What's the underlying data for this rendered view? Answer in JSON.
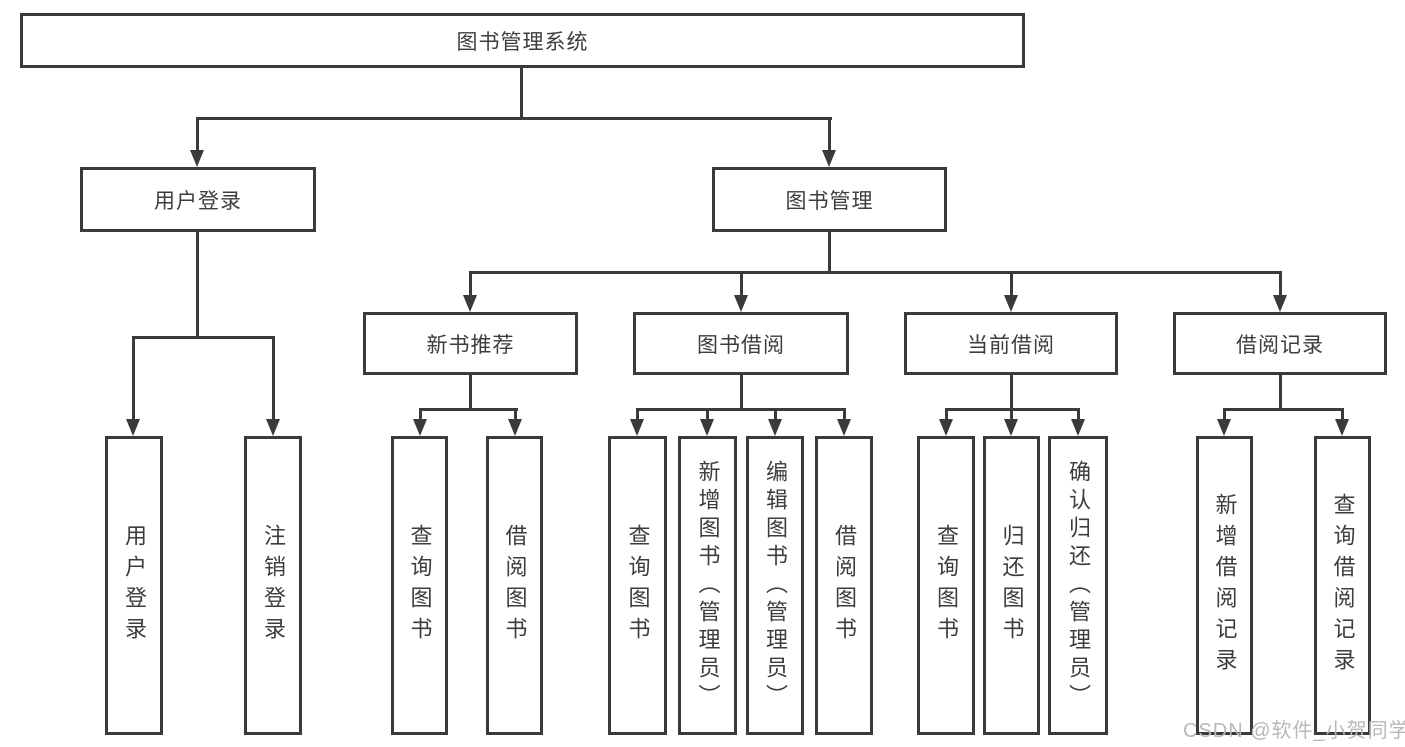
{
  "colors": {
    "line": "#3a3a3e",
    "text": "#3d3d3f",
    "background": "#ffffff",
    "watermark": "#b5b8bc"
  },
  "nodes": {
    "root": "图书管理系统",
    "branches": {
      "user_login": "用户登录",
      "book_mgmt": "图书管理"
    },
    "modules": {
      "new_book": "新书推荐",
      "book_borrow": "图书借阅",
      "current_borrow": "当前借阅",
      "borrow_record": "借阅记录"
    },
    "leaves": {
      "user_login": "用户登录",
      "logout": "注销登录",
      "nb_query": "查询图书",
      "nb_borrow": "借阅图书",
      "bb_query": "查询图书",
      "bb_add": "新增图书（管理员）",
      "bb_edit": "编辑图书（管理员）",
      "bb_borrow": "借阅图书",
      "cb_query": "查询图书",
      "cb_return": "归还图书",
      "cb_confirm": "确认归还（管理员）",
      "br_add": "新增借阅记录",
      "br_query": "查询借阅记录"
    }
  },
  "watermark": "CSDN @软件_小贺同学"
}
